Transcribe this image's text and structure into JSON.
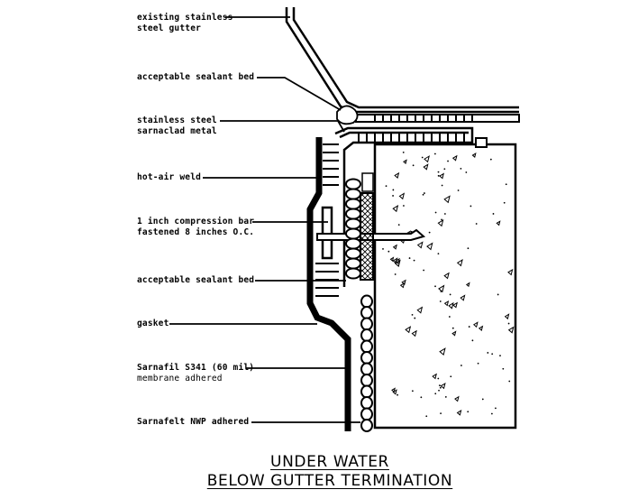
{
  "labels": {
    "existing_gutter": [
      "existing stainless",
      "steel gutter"
    ],
    "sealant_bed_top": [
      "acceptable sealant bed"
    ],
    "sarnaclad": [
      "stainless steel",
      "sarnaclad metal"
    ],
    "hot_air_weld": [
      "hot-air weld"
    ],
    "compression_bar": [
      "1 inch compression bar",
      "fastened 8 inches O.C."
    ],
    "sealant_bed_mid": [
      "acceptable sealant bed"
    ],
    "gasket": [
      "gasket"
    ],
    "membrane": [
      "Sarnafil S341 (60 mil)",
      "membrane adhered"
    ],
    "sarnafelt": [
      "Sarnafelt NWP adhered"
    ]
  },
  "title": {
    "line1": "UNDER WATER",
    "line2": "BELOW GUTTER TERMINATION"
  },
  "colors": {
    "ink": "#000000",
    "paper": "#ffffff"
  }
}
